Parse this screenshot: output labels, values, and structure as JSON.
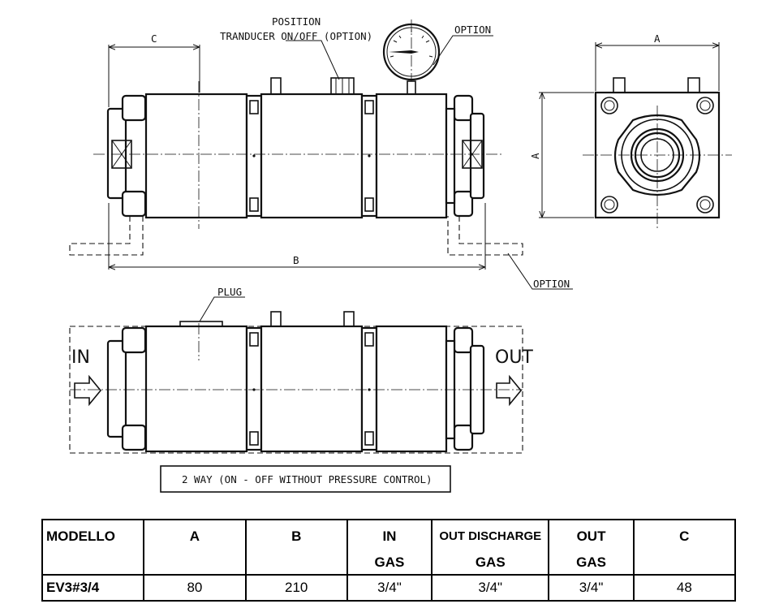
{
  "drawing": {
    "labels": {
      "position": "POSITION",
      "transducer": "TRANDUCER ON/OFF (OPTION)",
      "option_gauge": "OPTION",
      "option_pipe": "OPTION",
      "plug": "PLUG",
      "dim_a_top": "A",
      "dim_a_side": "A",
      "dim_b": "B",
      "dim_c": "C",
      "in": "IN",
      "out": "OUT",
      "caption": "2 WAY (ON - OFF WITHOUT PRESSURE CONTROL)"
    }
  },
  "table": {
    "headers": [
      {
        "line1": "MODELLO",
        "line2": ""
      },
      {
        "line1": "A",
        "line2": ""
      },
      {
        "line1": "B",
        "line2": ""
      },
      {
        "line1": "IN",
        "line2": "GAS"
      },
      {
        "line1": "OUT DISCHARGE",
        "line2": "GAS"
      },
      {
        "line1": "OUT",
        "line2": "GAS"
      },
      {
        "line1": "C",
        "line2": ""
      }
    ],
    "rows": [
      {
        "model": "EV3#3/4",
        "a": "80",
        "b": "210",
        "in_gas": "3/4\"",
        "out_discharge_gas": "3/4\"",
        "out_gas": "3/4\"",
        "c": "48"
      }
    ]
  }
}
